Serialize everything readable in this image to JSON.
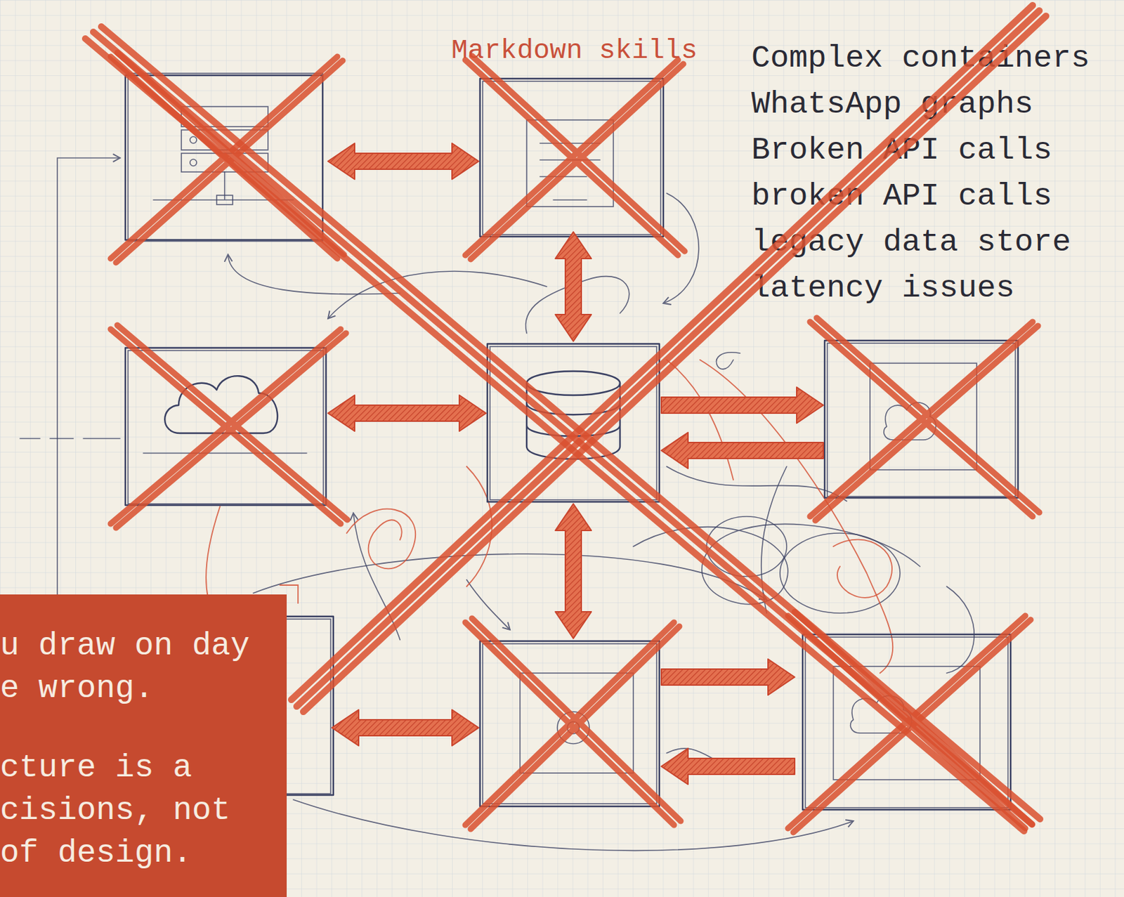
{
  "diagram": {
    "nodes": [
      {
        "text": [
          "u draw on day e wrong.",
          "cture is a cisions, not of design."
        ]
      }
    ],
    "labels": [
      "Markdown skills",
      "Complex containers",
      "WhatsApp graphs",
      "Broken API calls",
      "broken API calls",
      "legacy data store",
      "latency issues"
    ]
  }
}
